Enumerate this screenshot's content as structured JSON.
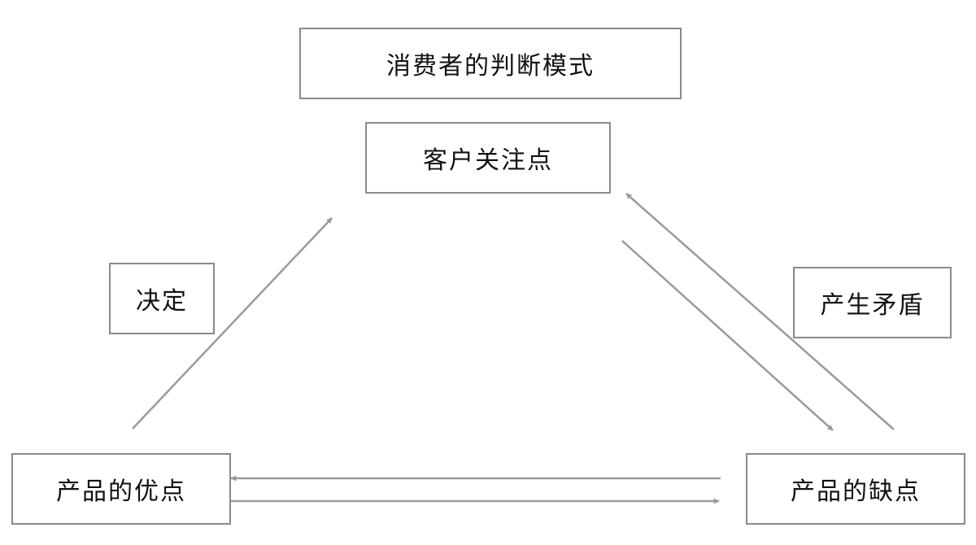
{
  "diagram": {
    "title": "消费者的判断模式",
    "nodes": {
      "focus": "客户关注点",
      "pros": "产品的优点",
      "cons": "产品的缺点"
    },
    "edge_labels": {
      "decide": "决定",
      "conflict": "产生矛盾"
    },
    "edges": [
      {
        "from": "pros",
        "to": "focus",
        "label": "decide"
      },
      {
        "from": "cons",
        "to": "focus",
        "label": "conflict"
      },
      {
        "from": "focus",
        "to": "cons"
      },
      {
        "from": "cons",
        "to": "pros"
      },
      {
        "from": "pros",
        "to": "cons"
      }
    ],
    "colors": {
      "line": "#9a9a9a",
      "border": "#8a8a8a",
      "text": "#111111"
    }
  }
}
